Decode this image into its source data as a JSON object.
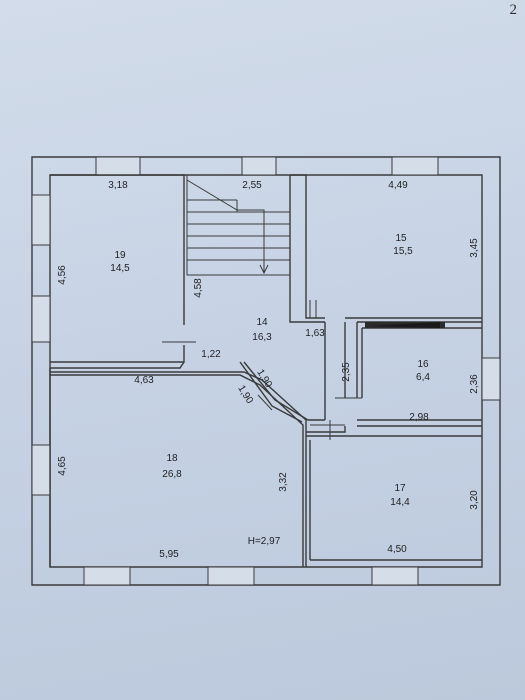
{
  "page_number": "2",
  "rooms": [
    {
      "id": "19",
      "area": "14,5"
    },
    {
      "id": "14",
      "area": "16,3"
    },
    {
      "id": "15",
      "area": "15,5"
    },
    {
      "id": "16",
      "area": "6,4"
    },
    {
      "id": "18",
      "area": "26,8"
    },
    {
      "id": "17",
      "area": "14,4"
    }
  ],
  "dimensions": {
    "d318": "3,18",
    "d255": "2,55",
    "d449": "4,49",
    "d456": "4,56",
    "d458": "4,58",
    "d345": "3,45",
    "d163": "1,63",
    "d122": "1,22",
    "d235": "2,35",
    "d236": "2,36",
    "d298": "2,98",
    "d463": "4,63",
    "d190a": "1,90",
    "d190b": "1,90",
    "d465": "4,65",
    "d332": "3,32",
    "d320": "3,20",
    "d595": "5,95",
    "d450": "4,50"
  },
  "height_label": "H=2,97"
}
